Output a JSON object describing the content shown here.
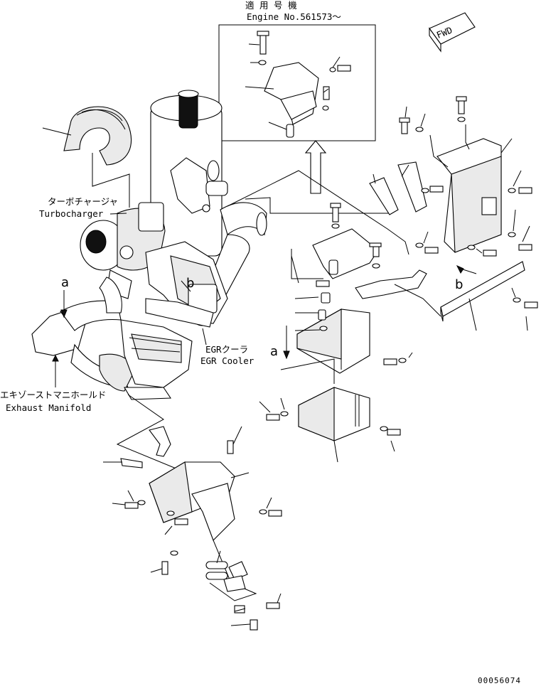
{
  "title": {
    "jp": "適 用 号 機",
    "serial": "Engine No.561573～"
  },
  "labels": {
    "turbo_jp": "ターボチャージャ",
    "turbo_en": "Turbocharger",
    "egr_jp": "EGRクーラ",
    "egr_en": "EGR Cooler",
    "exhaust_jp": "エキゾーストマニホールド",
    "exhaust_en": "Exhaust Manifold"
  },
  "callouts": {
    "a_left": "a",
    "a_mid": "a",
    "b_mid": "b",
    "b_right": "b"
  },
  "fwd_badge": "FWD",
  "drawing_number": "00056074"
}
